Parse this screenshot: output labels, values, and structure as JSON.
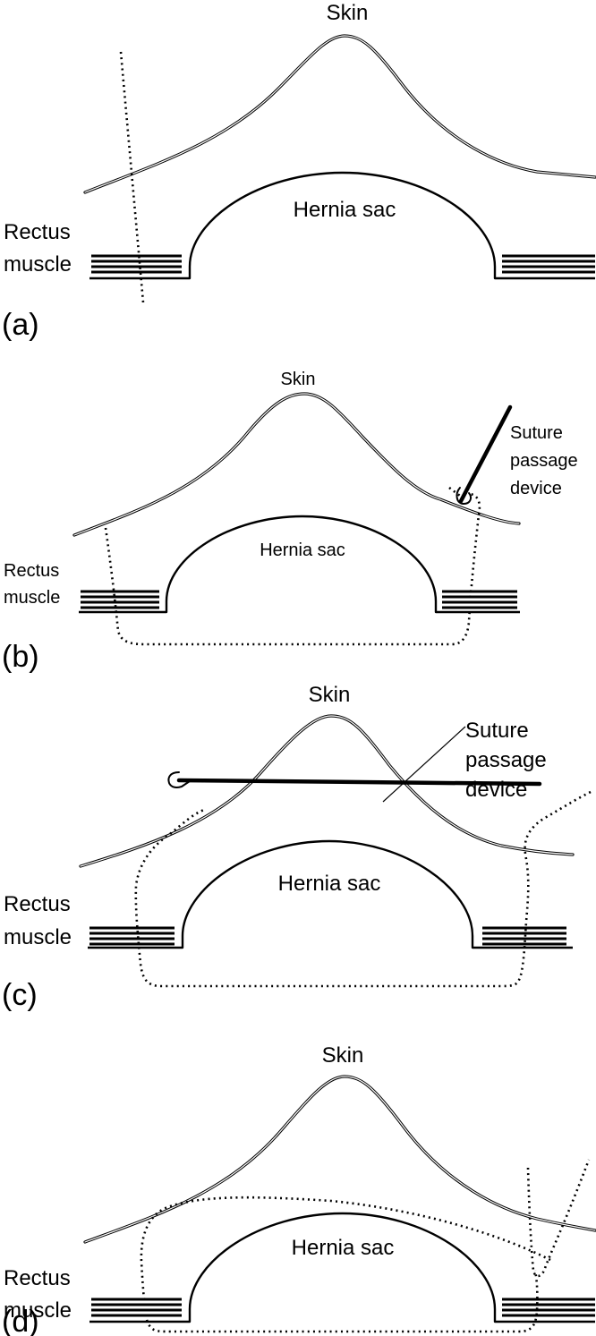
{
  "panel_a": {
    "label": "(a)",
    "skin": "Skin",
    "sac": "Hernia sac",
    "muscle_line1": "Rectus",
    "muscle_line2": "muscle"
  },
  "panel_b": {
    "label": "(b)",
    "skin": "Skin",
    "sac": "Hernia sac",
    "muscle_line1": "Rectus",
    "muscle_line2": "muscle",
    "device_line1": "Suture",
    "device_line2": "passage",
    "device_line3": "device"
  },
  "panel_c": {
    "label": "(c)",
    "skin": "Skin",
    "sac": "Hernia sac",
    "muscle_line1": "Rectus",
    "muscle_line2": "muscle",
    "device_line1": "Suture",
    "device_line2": "passage",
    "device_line3": "device"
  },
  "panel_d": {
    "label": "(d)",
    "skin": "Skin",
    "sac": "Hernia sac",
    "muscle_line1": "Rectus",
    "muscle_line2": "muscle"
  }
}
